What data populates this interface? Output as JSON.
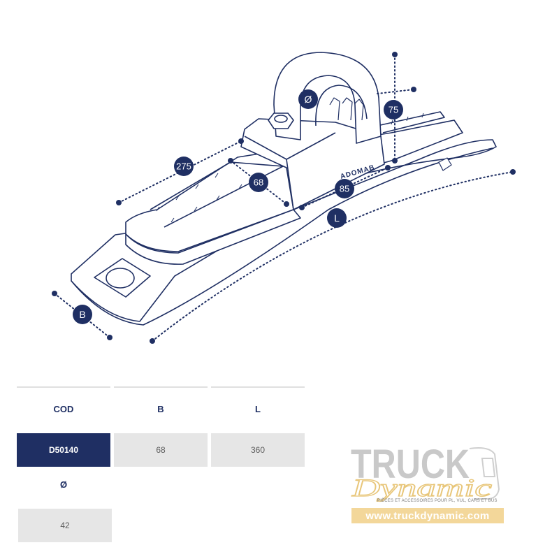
{
  "dimension_labels": {
    "diameter": "Ø",
    "height": "75",
    "length_275": "275",
    "width_68": "68",
    "width_85": "85",
    "overall_length": "L",
    "base_width": "B"
  },
  "product_marking": "ADOMAB",
  "table": {
    "headers": [
      "COD",
      "B",
      "L",
      "Ø"
    ],
    "row": {
      "code": "D50140",
      "b": "68",
      "l": "360",
      "diameter": "42"
    }
  },
  "logo": {
    "brand_top": "TRUCK",
    "brand_bottom": "Dynamic",
    "tagline": "PIÈCES ET ACCESSOIRES POUR PL, VUL, CARS ET BUS",
    "url": "www.truckdynamic.com"
  },
  "colors": {
    "navy": "#1f2f63",
    "cell_gray": "#e6e6e6",
    "logo_gray": "#c9c9c9",
    "logo_gold": "#f3d79a"
  }
}
